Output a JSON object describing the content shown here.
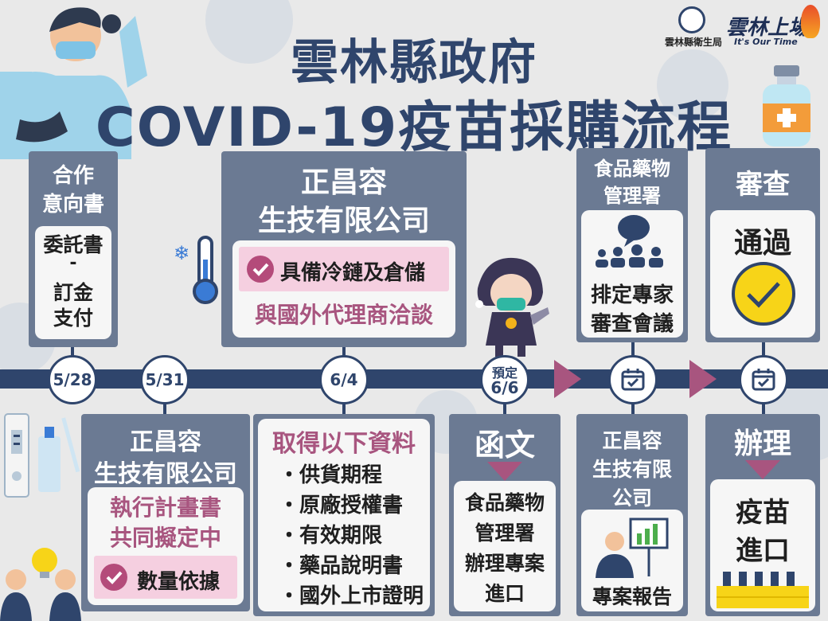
{
  "title": {
    "line1": "雲林縣政府",
    "line2": "COVID-19疫苗採購流程"
  },
  "logos": {
    "bureau": "雲林縣衛生局",
    "slogan": "雲林上場",
    "slogan_sub": "It's Our Time"
  },
  "dates": {
    "d1": "5/28",
    "d2": "5/31",
    "d3": "6/4",
    "d4_pre": "預定",
    "d4": "6/6"
  },
  "card_loi": {
    "title_l1": "合作",
    "title_l2": "意向書",
    "body_l1": "委託書",
    "body_l2": "-",
    "body_l3": "訂金",
    "body_l4": "支付"
  },
  "card_company_top": {
    "title_l1": "正昌容",
    "title_l2": "生技有限公司",
    "item1": "具備冷鏈及倉儲",
    "item2": "與國外代理商洽談"
  },
  "card_fda_meeting": {
    "title_l1": "食品藥物",
    "title_l2": "管理署",
    "body_l1": "排定專家",
    "body_l2": "審查會議"
  },
  "card_review": {
    "title": "審查",
    "body": "通過"
  },
  "card_company_plan": {
    "title_l1": "正昌容",
    "title_l2": "生技有限公司",
    "body_l1": "執行計畫書",
    "body_l2": "共同擬定中",
    "item": "數量依據"
  },
  "card_documents": {
    "title": "取得以下資料",
    "items": [
      "・供貨期程",
      "・原廠授權書",
      "・有效期限",
      "・藥品說明書",
      "・國外上市證明"
    ]
  },
  "card_letter": {
    "title": "函文",
    "body_l1": "食品藥物",
    "body_l2": "管理署",
    "body_l3": "辦理專案",
    "body_l4": "進口"
  },
  "card_company_report": {
    "title_l1": "正昌容",
    "title_l2": "生技有限",
    "title_l3": "公司",
    "body": "專案報告"
  },
  "card_import": {
    "title": "辦理",
    "body_l1": "疫苗",
    "body_l2": "進口"
  },
  "colors": {
    "navy": "#2f456c",
    "card": "#6b7a93",
    "accent": "#a8557f",
    "pink": "#f5cfe0",
    "yellow": "#f7d418"
  }
}
